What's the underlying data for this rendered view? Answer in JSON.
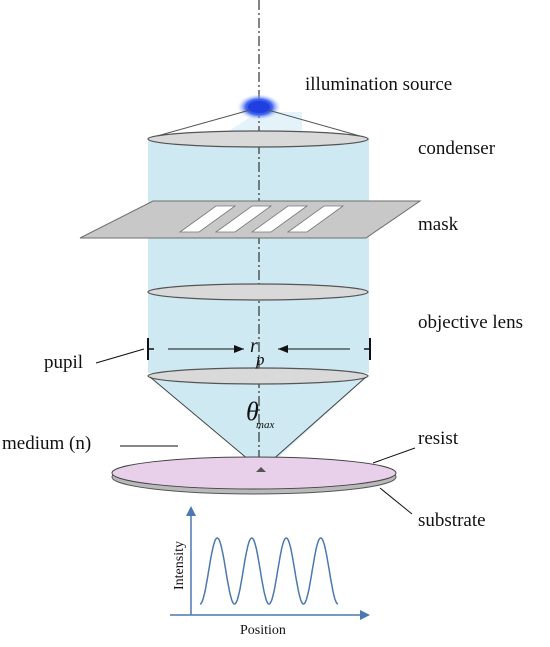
{
  "labels": {
    "illumination_source": "illumination source",
    "condenser": "condenser",
    "mask": "mask",
    "objective_lens": "objective lens",
    "pupil": "pupil",
    "medium": "medium (n)",
    "resist": "resist",
    "substrate": "substrate"
  },
  "symbols": {
    "radius_main": "r",
    "radius_sub": "p",
    "angle_main": "θ",
    "angle_sub": "max"
  },
  "plot": {
    "y_axis_label": "Intensity",
    "x_axis_label": "Position",
    "peak_count": 4
  },
  "colors": {
    "beam": "#cfe9f3",
    "source": "#1f3fe0",
    "lens_fill": "#d9d9d9",
    "mask_fill": "#c8c8c8",
    "resist": "#e8d0ea",
    "curve": "#4a78b0",
    "axis": "#4a78b0"
  }
}
